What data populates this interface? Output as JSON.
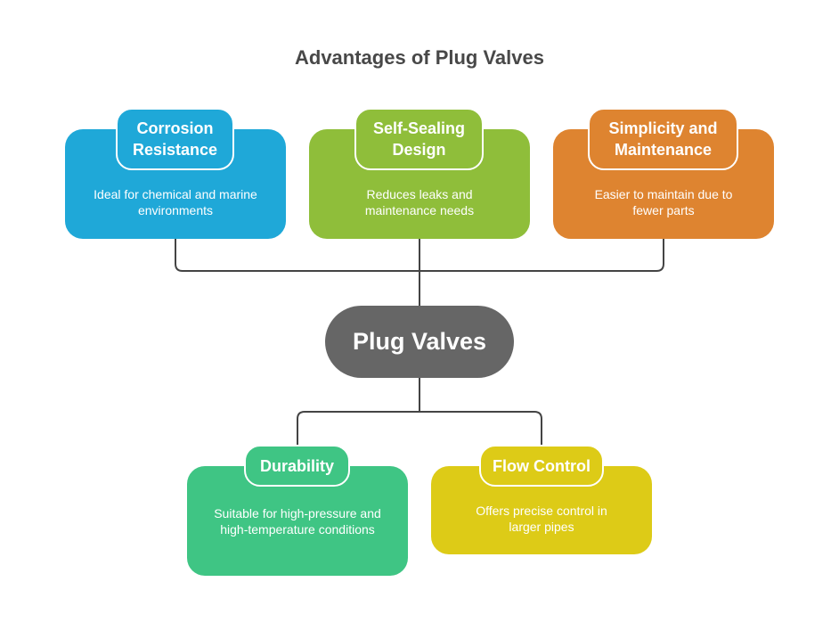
{
  "title": "Advantages of Plug Valves",
  "center": {
    "label": "Plug Valves",
    "color": "#666666"
  },
  "advantages": [
    {
      "title": "Corrosion Resistance",
      "description": "Ideal for chemical and marine environments",
      "color": "#1FA8D8"
    },
    {
      "title": "Self-Sealing Design",
      "description": "Reduces leaks and maintenance needs",
      "color": "#8FBE3A"
    },
    {
      "title": "Simplicity and Maintenance",
      "description": "Easier to maintain due to fewer parts",
      "color": "#DE8430"
    },
    {
      "title": "Durability",
      "description": "Suitable for high-pressure and high-temperature conditions",
      "color": "#3FC584"
    },
    {
      "title": "Flow Control",
      "description": "Offers precise control in larger pipes",
      "color": "#DDCB17"
    }
  ]
}
